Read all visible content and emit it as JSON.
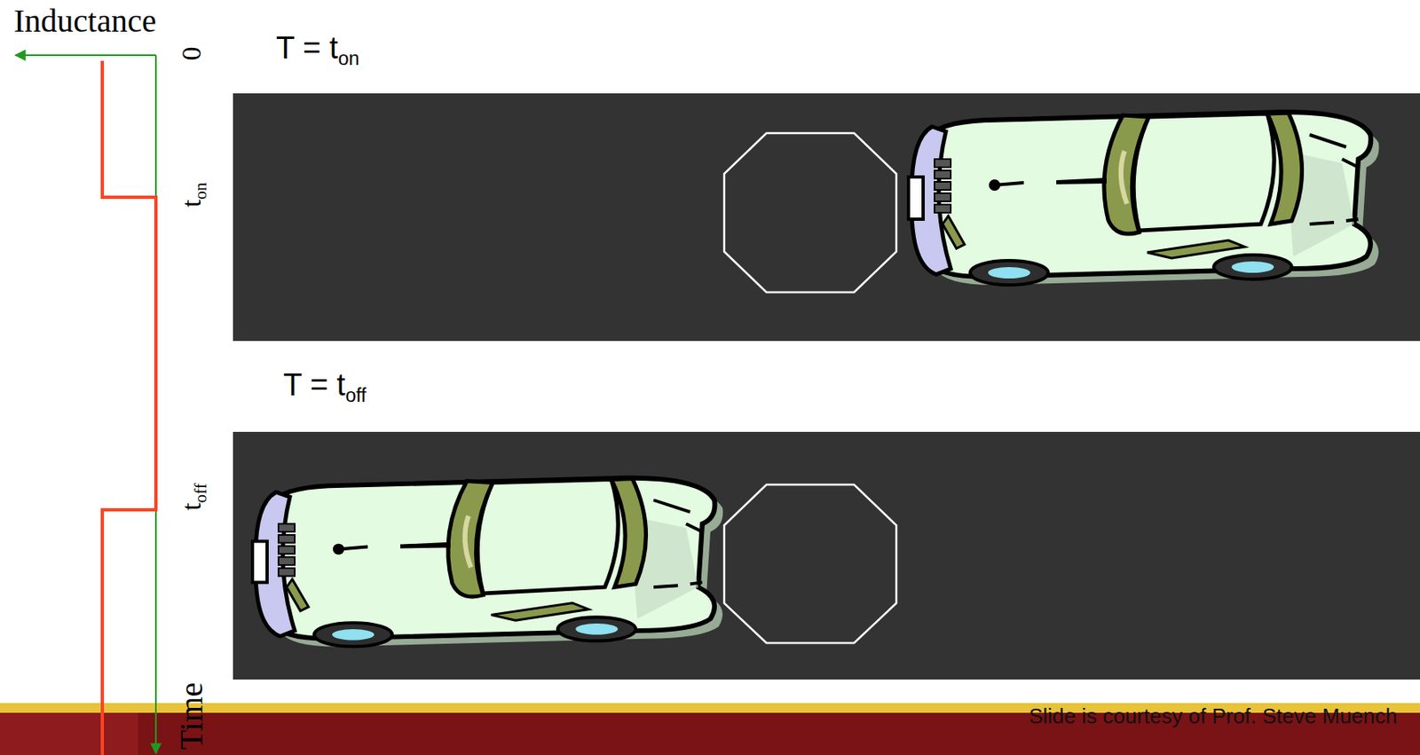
{
  "diagram": {
    "labels": [
      "Inductance",
      "0",
      "t",
      "on",
      "t",
      "off",
      "Time",
      "T = t",
      "on",
      "T = t",
      "off",
      "Slide is courtesy of Prof. Steve Muench"
    ]
  }
}
